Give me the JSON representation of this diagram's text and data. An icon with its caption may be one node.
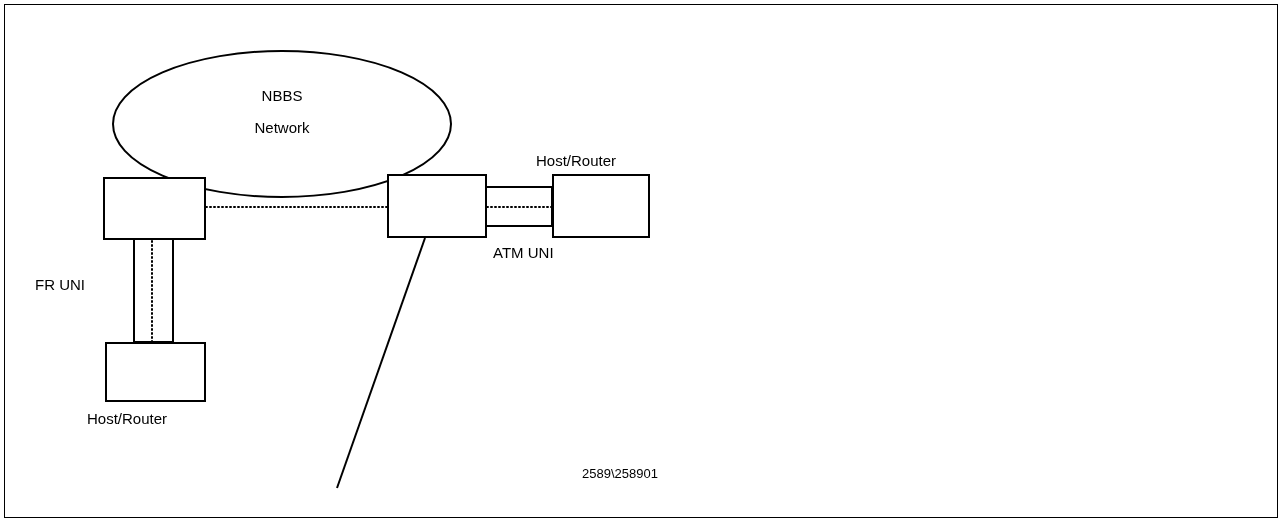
{
  "diagram": {
    "nodes": [
      {
        "text": [
          "NBBS Network"
        ]
      },
      {
        "text": [],
        "shape": "box"
      },
      {
        "text": [],
        "shape": "box"
      },
      {
        "text": [
          "Host/Router"
        ]
      },
      {
        "text": [
          "Host/Router"
        ]
      }
    ],
    "edges": [
      {
        "from": 1,
        "to": 4,
        "arrow": "none",
        "label": "FR UNI"
      },
      {
        "from": 2,
        "to": 3,
        "arrow": "none",
        "label": "ATM UNI"
      },
      {
        "from": 2,
        "to": null,
        "arrow": "none"
      },
      {
        "from": 4,
        "to": 1,
        "arrow": "none",
        "style": "dashed"
      },
      {
        "from": 1,
        "to": 2,
        "arrow": "none",
        "style": "dashed"
      },
      {
        "from": 2,
        "to": 3,
        "arrow": "none",
        "style": "dashed"
      }
    ],
    "labels": [
      "2589\\258901"
    ]
  }
}
